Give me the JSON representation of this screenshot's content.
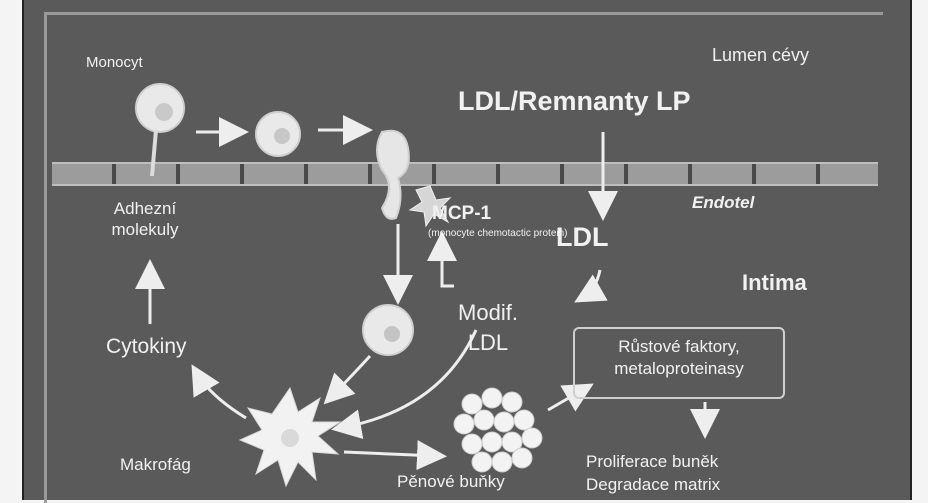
{
  "diagram": {
    "lumen_label": "Lumen cévy",
    "ldl_remnants_label": "LDL/Remnanty LP",
    "monocyte_label": "Monocyt",
    "endothelium_label": "Endotel",
    "adhesion_label": "Adhezní molekuly",
    "mcp_label": "MCP-1",
    "mcp_sublabel": "(monocyte chemotactic protein)",
    "ldl_label": "LDL",
    "intima_label": "Intima",
    "modified_ldl_label": "Modif. LDL",
    "cytokines_label": "Cytokiny",
    "growth_factors_label": "Růstové faktory, metaloproteinasy",
    "macrophage_label": "Makrofág",
    "foam_cells_label": "Pěnové buňky",
    "outcome_line1": "Proliferace buněk",
    "outcome_line2": "Degradace matrix"
  },
  "colors": {
    "background": "#5a5a5a",
    "text": "#f1f1f1",
    "cell": "#e8e8e8"
  }
}
